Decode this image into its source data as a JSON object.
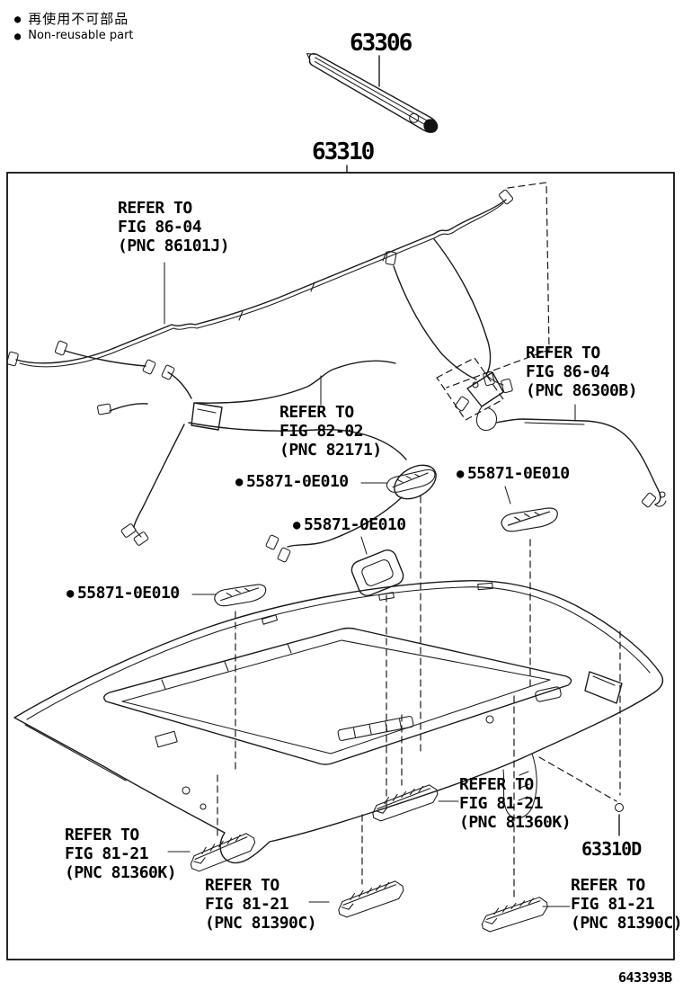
{
  "legend": {
    "bullet": "●",
    "jp_text": "再使用不可部品",
    "en_text": "Non-reusable part"
  },
  "parts": {
    "p63306": "63306",
    "p63310": "63310",
    "p63310d": "63310D",
    "clip": "55871-0E010",
    "doc_code": "643393B"
  },
  "refs": {
    "r86101j": {
      "l1": "REFER TO",
      "l2": "FIG 86-04",
      "l3": "(PNC 86101J)"
    },
    "r82171": {
      "l1": "REFER TO",
      "l2": "FIG 82-02",
      "l3": "(PNC 82171)"
    },
    "r86300b": {
      "l1": "REFER TO",
      "l2": "FIG 86-04",
      "l3": "(PNC 86300B)"
    },
    "r81360k_right": {
      "l1": "REFER TO",
      "l2": "FIG 81-21",
      "l3": "(PNC 81360K)"
    },
    "r81360k_left": {
      "l1": "REFER TO",
      "l2": "FIG 81-21",
      "l3": "(PNC 81360K)"
    },
    "r81390c_left": {
      "l1": "REFER TO",
      "l2": "FIG 81-21",
      "l3": "(PNC 81390C)"
    },
    "r81390c_right": {
      "l1": "REFER TO",
      "l2": "FIG 81-21",
      "l3": "(PNC 81390C)"
    }
  },
  "colors": {
    "line": "#1a1a1a",
    "text": "#000000",
    "background": "#ffffff"
  }
}
